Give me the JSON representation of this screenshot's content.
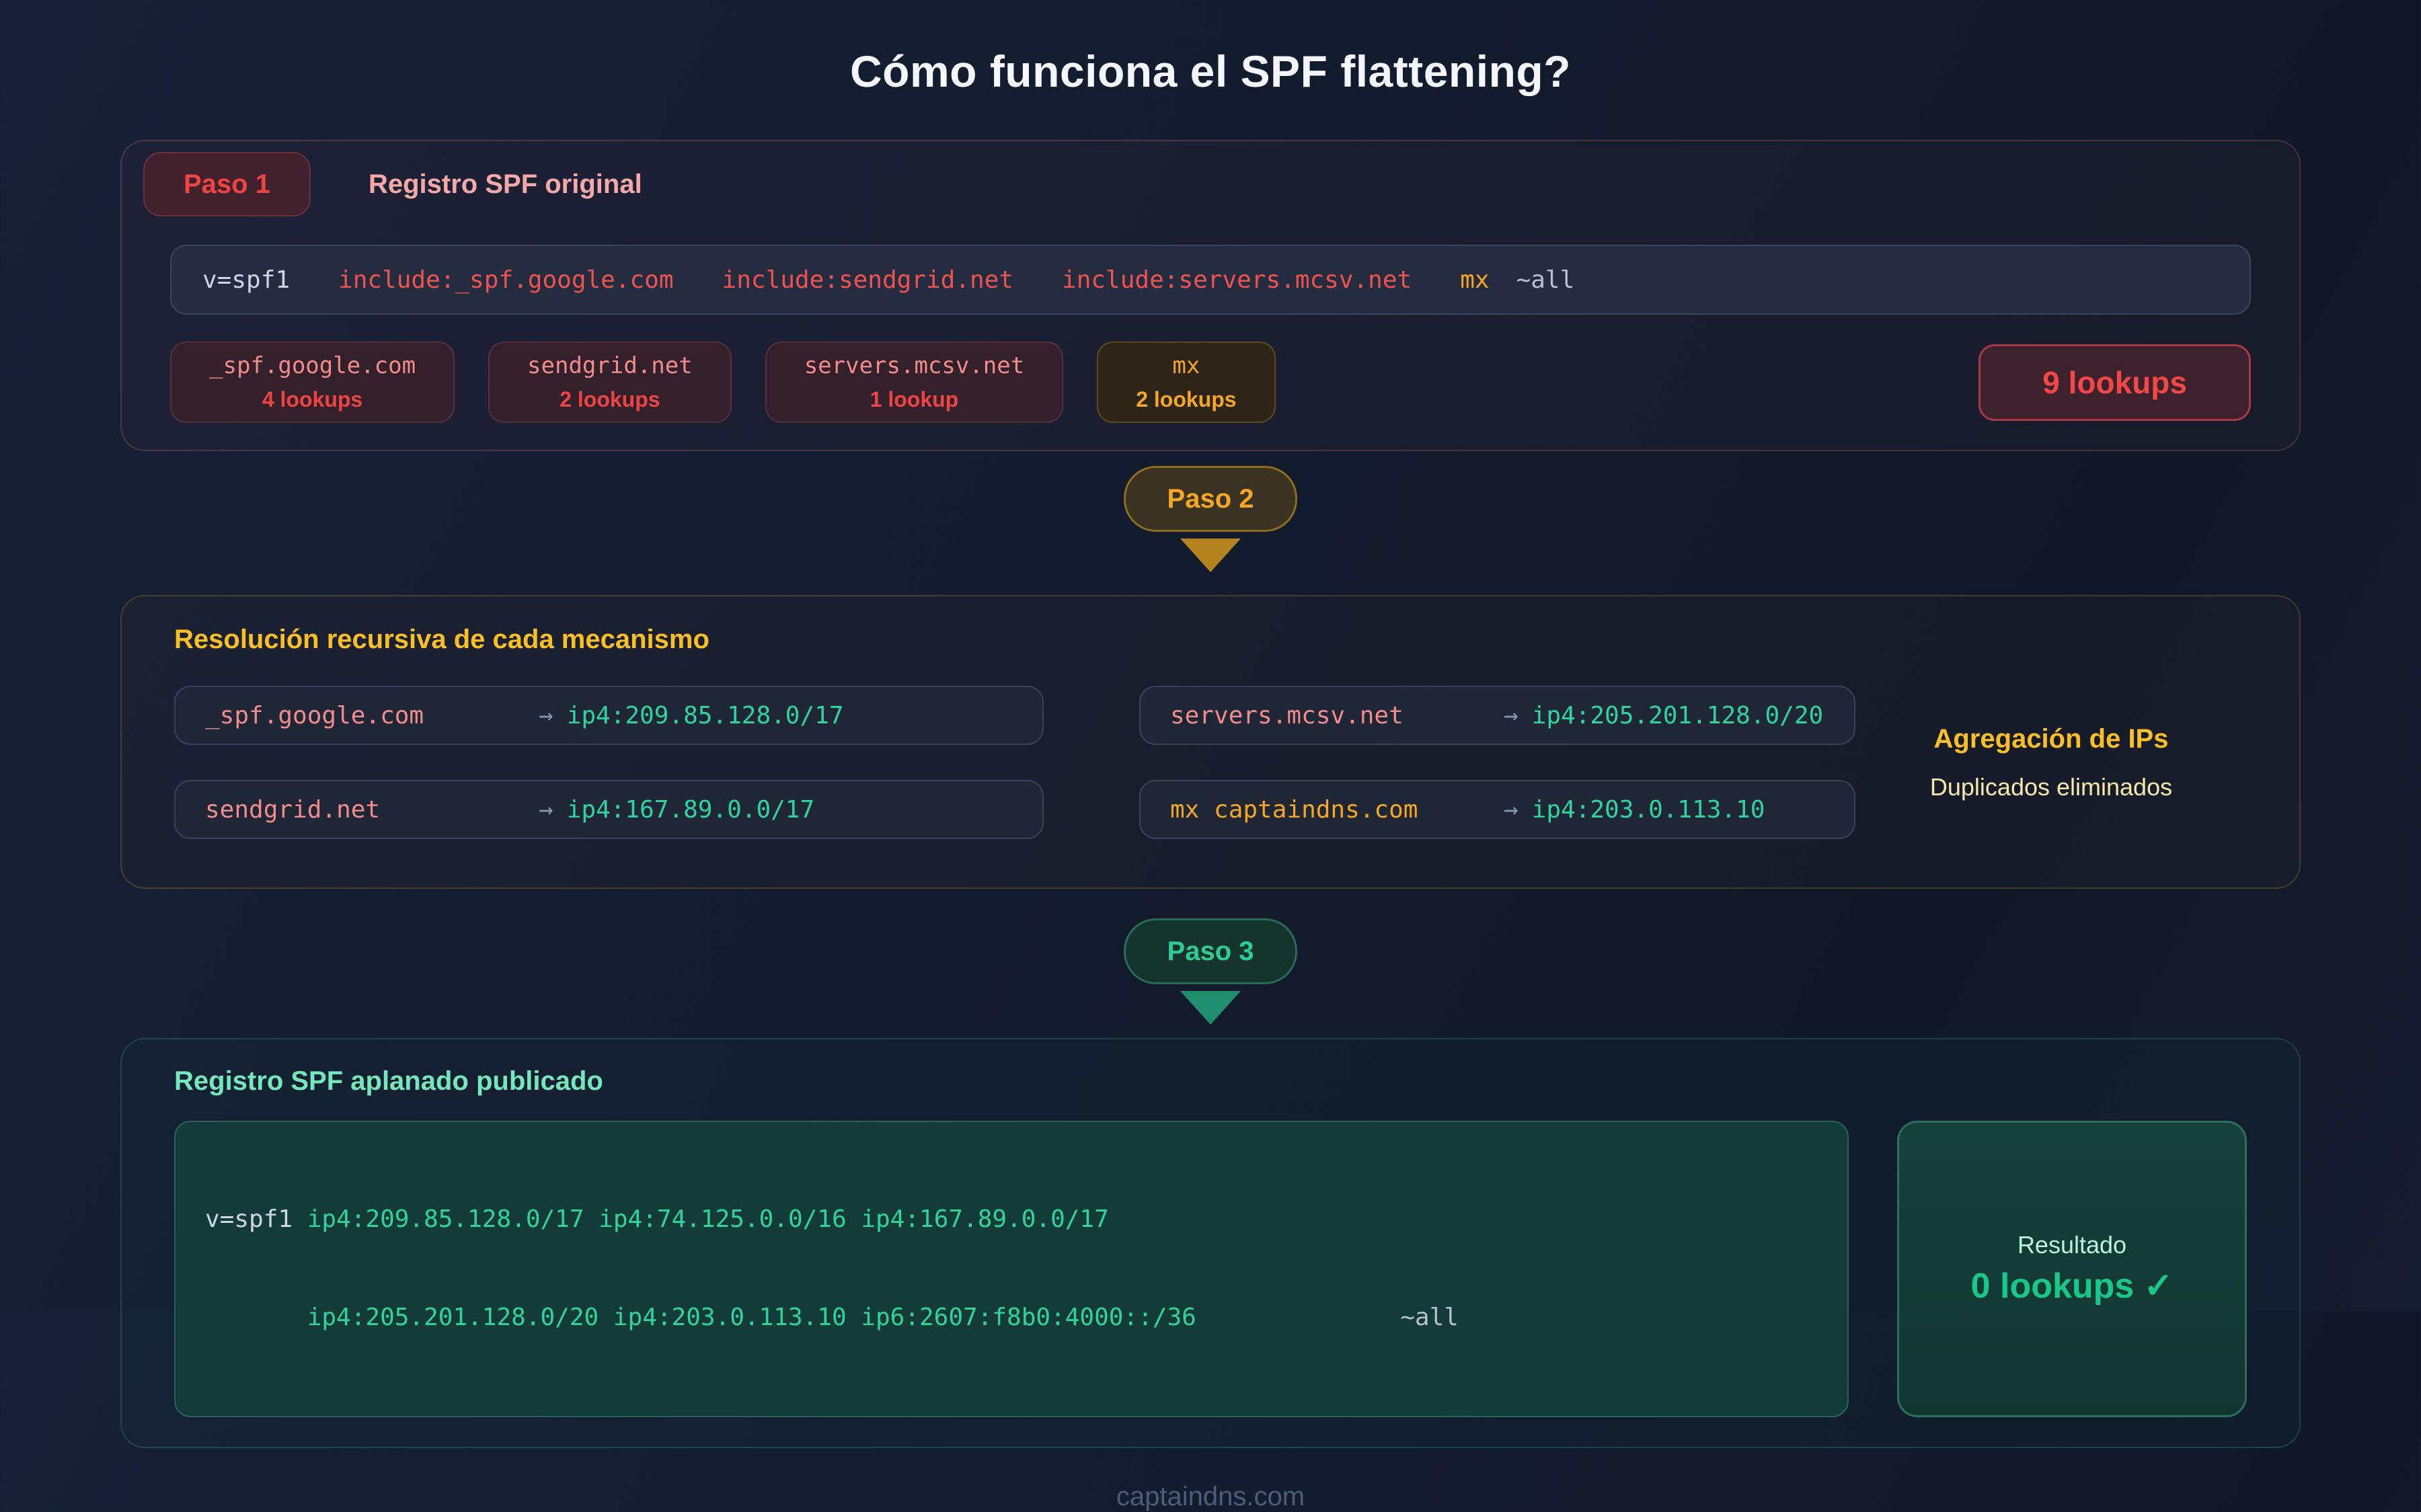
{
  "title": "Cómo funciona el SPF flattening?",
  "step1": {
    "badge": "Paso 1",
    "heading": "Registro SPF original",
    "record_prefix": "v=spf1",
    "mechanisms": [
      {
        "text": "include:_spf.google.com",
        "variant": "red"
      },
      {
        "text": "include:sendgrid.net",
        "variant": "red"
      },
      {
        "text": "include:servers.mcsv.net",
        "variant": "red"
      },
      {
        "text": "mx",
        "variant": "amber"
      },
      {
        "text": "~all",
        "variant": "gray"
      }
    ],
    "chips": [
      {
        "label": "_spf.google.com",
        "count": "4 lookups",
        "variant": "red"
      },
      {
        "label": "sendgrid.net",
        "count": "2 lookups",
        "variant": "red"
      },
      {
        "label": "servers.mcsv.net",
        "count": "1 lookup",
        "variant": "red"
      },
      {
        "label": "mx",
        "count": "2 lookups",
        "variant": "amber"
      }
    ],
    "total": "9 lookups"
  },
  "step2": {
    "badge": "Paso 2",
    "heading": "Resolución recursiva de cada mecanismo",
    "resolutions": [
      {
        "source": "_spf.google.com",
        "arrow": "→",
        "result": "ip4:209.85.128.0/17",
        "variant": "red"
      },
      {
        "source": "servers.mcsv.net",
        "arrow": "→",
        "result": "ip4:205.201.128.0/20",
        "variant": "red"
      },
      {
        "source": "sendgrid.net",
        "arrow": "→",
        "result": "ip4:167.89.0.0/17",
        "variant": "red"
      },
      {
        "source": "mx captaindns.com",
        "arrow": "→",
        "result": "ip4:203.0.113.10",
        "variant": "amber"
      }
    ],
    "aside_title": "Agregación de IPs",
    "aside_subtitle": "Duplicados eliminados"
  },
  "step3": {
    "badge": "Paso 3",
    "heading": "Registro SPF aplanado publicado",
    "record_prefix": "v=spf1",
    "record_line1": "ip4:209.85.128.0/17 ip4:74.125.0.0/16 ip4:167.89.0.0/17",
    "record_line2": "ip4:205.201.128.0/20 ip4:203.0.113.10 ip6:2607:f8b0:4000::/36",
    "record_suffix": "~all",
    "result_label": "Resultado",
    "result_value": "0 lookups ✓"
  },
  "footer": "captaindns.com",
  "colors": {
    "background": "#131b2e",
    "red": "#ef4444",
    "pink": "#f28b8b",
    "amber": "#f5a623",
    "yellow": "#fbbf24",
    "green": "#2ed3a0",
    "mint": "#74e8ba",
    "result_green": "#16c98b"
  }
}
